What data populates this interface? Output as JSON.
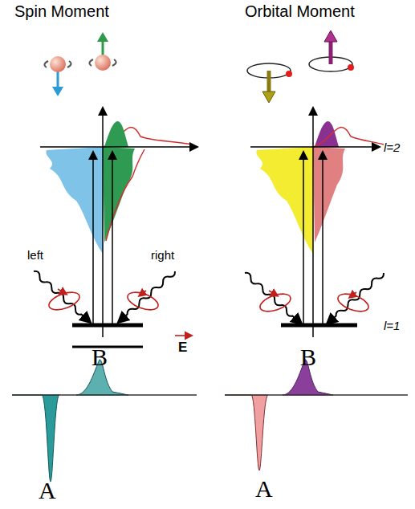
{
  "diagram": {
    "labels": [
      "Spin Moment",
      "Orbital Moment",
      "left",
      "right",
      "E",
      "l=2",
      "l=1",
      "B",
      "A",
      "B",
      "A"
    ]
  }
}
